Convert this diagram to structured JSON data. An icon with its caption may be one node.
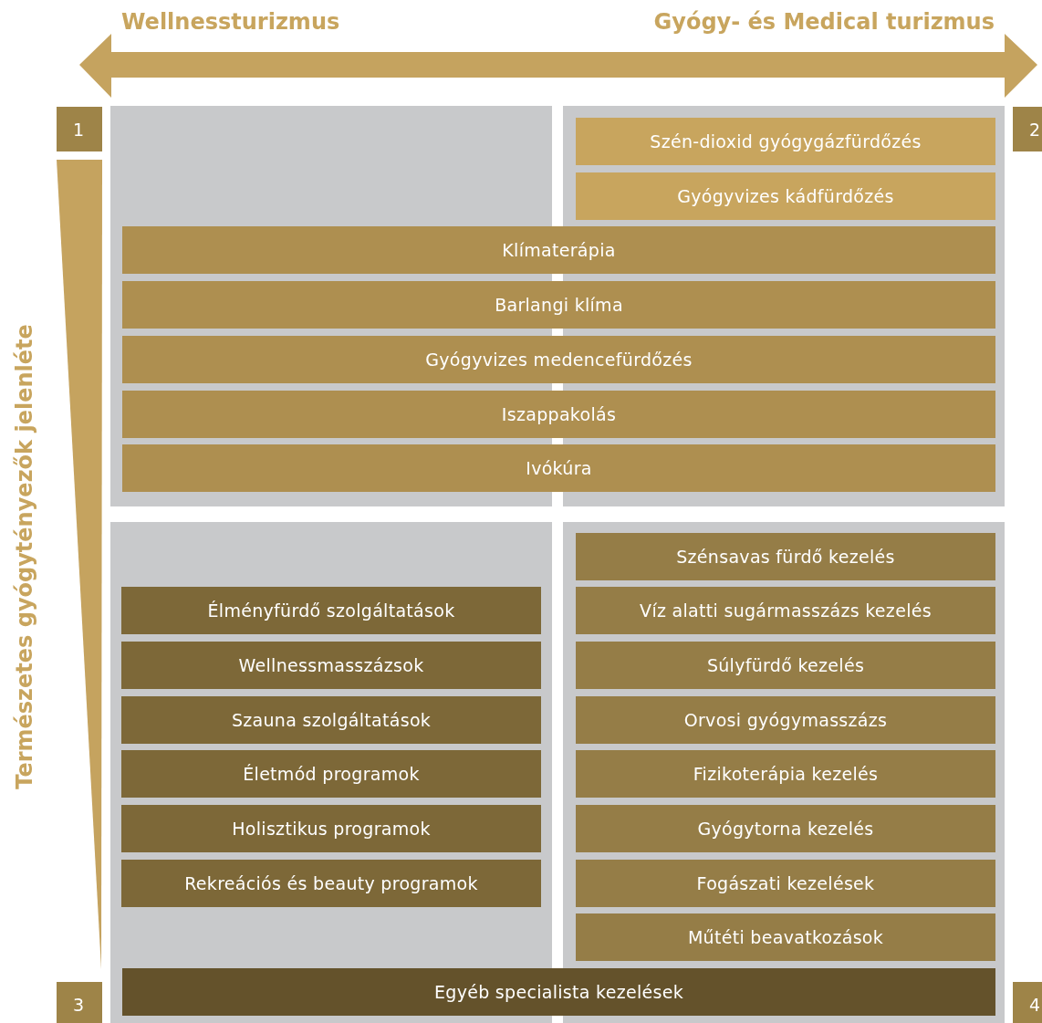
{
  "diagram": {
    "nodes": [
      {
        "text": [
          "1"
        ]
      },
      {
        "text": [
          "2"
        ]
      },
      {
        "text": [
          "Szén-dioxid gyógygázfürdőzés"
        ]
      },
      {
        "text": [
          "Gyógyvizes kádfürdőzés"
        ]
      },
      {
        "text": [
          "Klímaterápia"
        ]
      },
      {
        "text": [
          "Barlangi klíma"
        ]
      },
      {
        "text": [
          "Gyógyvizes medencefürdőzés"
        ]
      },
      {
        "text": [
          "Iszappakolás"
        ]
      },
      {
        "text": [
          "Ivókúra"
        ]
      },
      {
        "text": [
          "Szénsavas fürdő kezelés"
        ]
      },
      {
        "text": [
          "Élményfürdő szolgáltatások"
        ]
      },
      {
        "text": [
          "Víz alatti sugármasszázs kezelés"
        ]
      },
      {
        "text": [
          "Wellnessmasszázsok"
        ]
      },
      {
        "text": [
          "Súlyfürdő kezelés"
        ]
      },
      {
        "text": [
          "Szauna szolgáltatások"
        ]
      },
      {
        "text": [
          "Orvosi gyógymasszázs"
        ]
      },
      {
        "text": [
          "Életmód programok"
        ]
      },
      {
        "text": [
          "Fizikoterápia kezelés"
        ]
      },
      {
        "text": [
          "Holisztikus programok"
        ]
      },
      {
        "text": [
          "Gyógytorna kezelés"
        ]
      },
      {
        "text": [
          "Rekreációs és beauty programok"
        ]
      },
      {
        "text": [
          "Fogászati kezelések"
        ]
      },
      {
        "text": [
          "Műtéti beavatkozások"
        ]
      },
      {
        "text": [
          "3"
        ]
      },
      {
        "text": [
          "Egyéb specialista kezelések"
        ]
      },
      {
        "text": [
          "4"
        ]
      }
    ],
    "labels": [
      "Wellnessturizmus",
      "Gyógy- és Medical turizmus",
      "Természetes gyógytényezők jelenléte"
    ]
  }
}
